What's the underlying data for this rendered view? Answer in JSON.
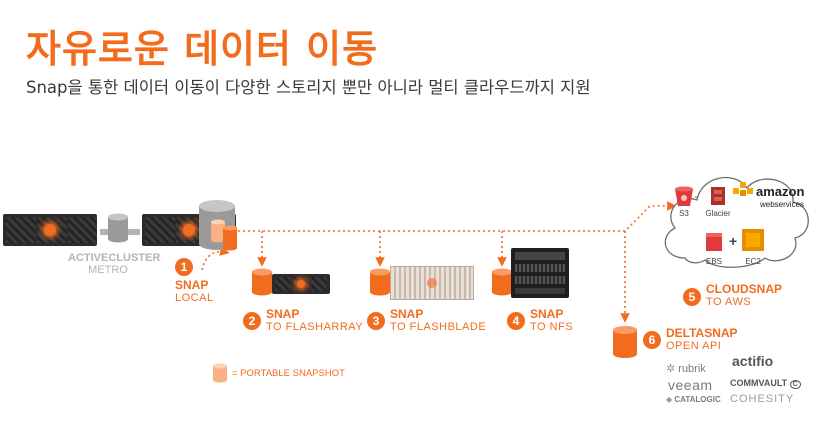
{
  "header": {
    "title": "자유로운 데이터 이동",
    "subtitle": "Snap을 통한 데이터 이동이 다양한 스토리지 뿐만 아니라 멀티 클라우드까지 지원"
  },
  "activecluster": {
    "line1": "ACTIVECLUSTER",
    "line2": "METRO"
  },
  "steps": [
    {
      "number": "1",
      "title": "SNAP",
      "sub": "LOCAL"
    },
    {
      "number": "2",
      "title": "SNAP",
      "sub": "TO FLASHARRAY"
    },
    {
      "number": "3",
      "title": "SNAP",
      "sub": "TO FLASHBLADE"
    },
    {
      "number": "4",
      "title": "SNAP",
      "sub": "TO NFS"
    },
    {
      "number": "5",
      "title": "CLOUDSNAP",
      "sub": "TO AWS"
    },
    {
      "number": "6",
      "title": "DELTASNAP",
      "sub": "OPEN API"
    }
  ],
  "cloud": {
    "s3": "S3",
    "glacier": "Glacier",
    "ebs": "EBS",
    "ec2": "EC2",
    "amazon": "amazon",
    "webservices": "webservices"
  },
  "legend": {
    "text": "= PORTABLE SNAPSHOT"
  },
  "partners": {
    "actifio": "actifio",
    "rubrik": "rubrik",
    "commvault": "COMMVAULT",
    "veeam": "veeam",
    "catalogic": "CATALOGIC",
    "cohesity": "COHESITY"
  },
  "colors": {
    "accent": "#f26c1e",
    "light_accent": "#f7b184",
    "gray": "#9a9a9a"
  }
}
